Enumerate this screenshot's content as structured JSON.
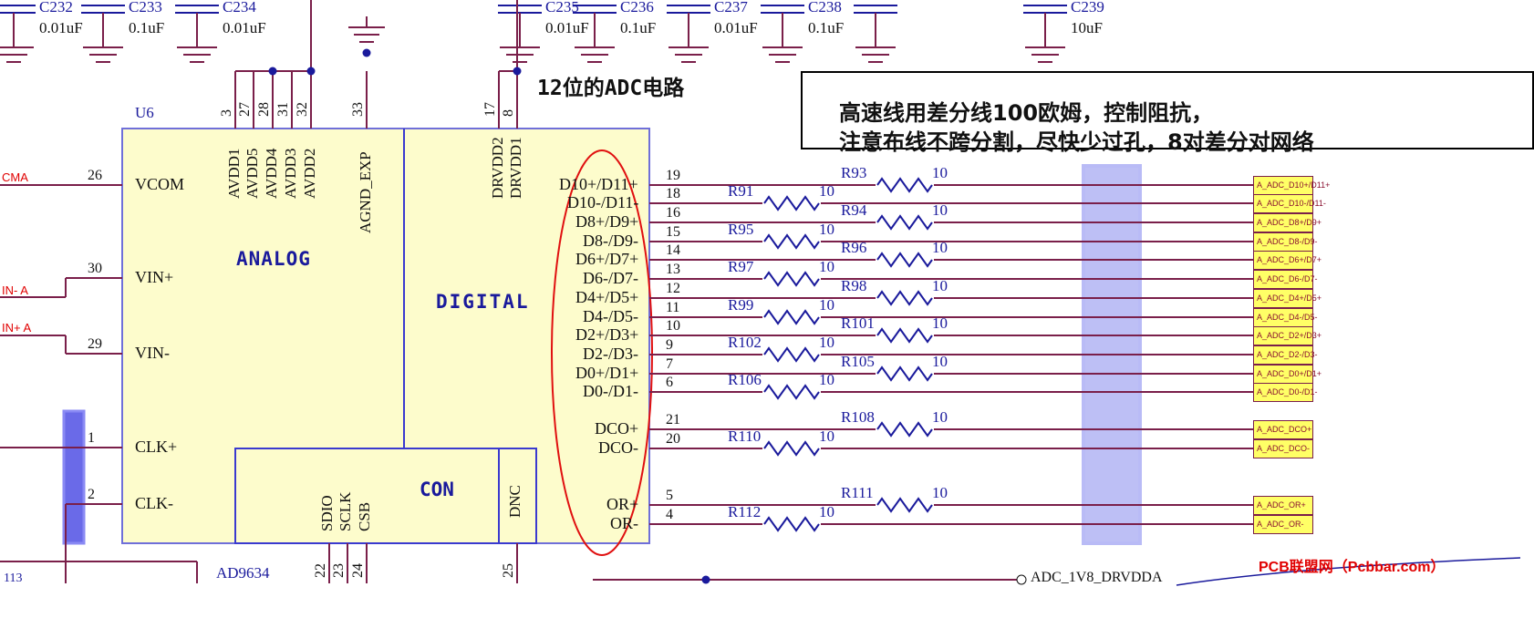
{
  "diagram_title": "12位的ADC电路",
  "annotation": {
    "line1": "高速线用差分线100欧姆，控制阻抗，",
    "line2": "注意布线不跨分割，尽快少过孔，8对差分对网络"
  },
  "watermark": "PCB联盟网（Pcbbar.com）",
  "chip": {
    "designator": "U6",
    "part": "AD9634",
    "sections": {
      "analog": "ANALOG",
      "digital": "DIGITAL",
      "con": "CON"
    }
  },
  "capacitors": [
    {
      "ref": "C232",
      "value": "0.01uF"
    },
    {
      "ref": "C233",
      "value": "0.1uF"
    },
    {
      "ref": "C234",
      "value": "0.01uF"
    },
    {
      "ref": "C235",
      "value": "0.01uF"
    },
    {
      "ref": "C236",
      "value": "0.1uF"
    },
    {
      "ref": "C237",
      "value": "0.01uF"
    },
    {
      "ref": "C238",
      "value": "0.1uF"
    },
    {
      "ref": "C239",
      "value": "10uF"
    }
  ],
  "left_pins": [
    {
      "num": "26",
      "name": "VCOM"
    },
    {
      "num": "30",
      "name": "VIN+"
    },
    {
      "num": "29",
      "name": "VIN-"
    },
    {
      "num": "1",
      "name": "CLK+"
    },
    {
      "num": "2",
      "name": "CLK-"
    }
  ],
  "net_labels_left": [
    "CMA",
    "IN- A",
    "IN+ A",
    "113"
  ],
  "top_pins": [
    {
      "num": "3",
      "name": "AVDD1"
    },
    {
      "num": "27",
      "name": "AVDD5"
    },
    {
      "num": "28",
      "name": "AVDD4"
    },
    {
      "num": "31",
      "name": "AVDD3"
    },
    {
      "num": "32",
      "name": "AVDD2"
    },
    {
      "num": "33",
      "name": "AGND_EXP"
    },
    {
      "num": "17",
      "name": "DRVDD2"
    },
    {
      "num": "8",
      "name": "DRVDD1"
    }
  ],
  "bottom_pins": [
    {
      "num": "22",
      "name": "SDIO"
    },
    {
      "num": "23",
      "name": "SCLK"
    },
    {
      "num": "24",
      "name": "CSB"
    },
    {
      "num": "25",
      "name": "DNC"
    }
  ],
  "right_pins": [
    {
      "name": "D10+/D11+",
      "num": "19",
      "res": "R93",
      "val": "10",
      "net": "A_ADC_D10+/D11+"
    },
    {
      "name": "D10-/D11-",
      "num": "18",
      "res": "R91",
      "val": "10",
      "net": "A_ADC_D10-/D11-"
    },
    {
      "name": "D8+/D9+",
      "num": "16",
      "res": "R94",
      "val": "10",
      "net": "A_ADC_D8+/D9+"
    },
    {
      "name": "D8-/D9-",
      "num": "15",
      "res": "R95",
      "val": "10",
      "net": "A_ADC_D8-/D9-"
    },
    {
      "name": "D6+/D7+",
      "num": "14",
      "res": "R96",
      "val": "10",
      "net": "A_ADC_D6+/D7+"
    },
    {
      "name": "D6-/D7-",
      "num": "13",
      "res": "R97",
      "val": "10",
      "net": "A_ADC_D6-/D7-"
    },
    {
      "name": "D4+/D5+",
      "num": "12",
      "res": "R98",
      "val": "10",
      "net": "A_ADC_D4+/D5+"
    },
    {
      "name": "D4-/D5-",
      "num": "11",
      "res": "R99",
      "val": "10",
      "net": "A_ADC_D4-/D5-"
    },
    {
      "name": "D2+/D3+",
      "num": "10",
      "res": "R101",
      "val": "10",
      "net": "A_ADC_D2+/D3+"
    },
    {
      "name": "D2-/D3-",
      "num": "9",
      "res": "R102",
      "val": "10",
      "net": "A_ADC_D2-/D3-"
    },
    {
      "name": "D0+/D1+",
      "num": "7",
      "res": "R105",
      "val": "10",
      "net": "A_ADC_D0+/D1+"
    },
    {
      "name": "D0-/D1-",
      "num": "6",
      "res": "R106",
      "val": "10",
      "net": "A_ADC_D0-/D1-"
    },
    {
      "name": "DCO+",
      "num": "21",
      "res": "R108",
      "val": "10",
      "net": "A_ADC_DCO+"
    },
    {
      "name": "DCO-",
      "num": "20",
      "res": "R110",
      "val": "10",
      "net": "A_ADC_DCO-"
    },
    {
      "name": "OR+",
      "num": "5",
      "res": "R111",
      "val": "10",
      "net": "A_ADC_OR+"
    },
    {
      "name": "OR-",
      "num": "4",
      "res": "R112",
      "val": "10",
      "net": "A_ADC_OR-"
    }
  ],
  "bottom_net": "ADC_1V8_DRVDDA"
}
